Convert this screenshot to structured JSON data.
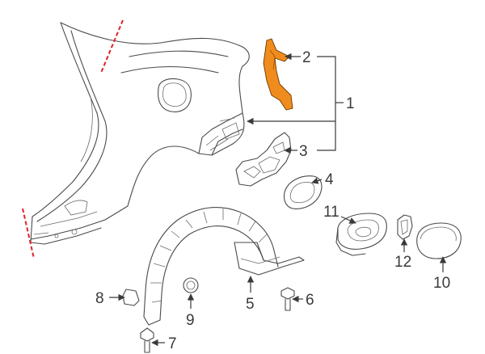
{
  "diagram": {
    "highlight_color": "#f08c1e",
    "cut_line_color": "#e0202a",
    "parts": [
      {
        "id": "1",
        "label": "1"
      },
      {
        "id": "2",
        "label": "2"
      },
      {
        "id": "3",
        "label": "3"
      },
      {
        "id": "4",
        "label": "4"
      },
      {
        "id": "5",
        "label": "5"
      },
      {
        "id": "6",
        "label": "6"
      },
      {
        "id": "7",
        "label": "7"
      },
      {
        "id": "8",
        "label": "8"
      },
      {
        "id": "9",
        "label": "9"
      },
      {
        "id": "10",
        "label": "10"
      },
      {
        "id": "11",
        "label": "11"
      },
      {
        "id": "12",
        "label": "12"
      }
    ]
  }
}
